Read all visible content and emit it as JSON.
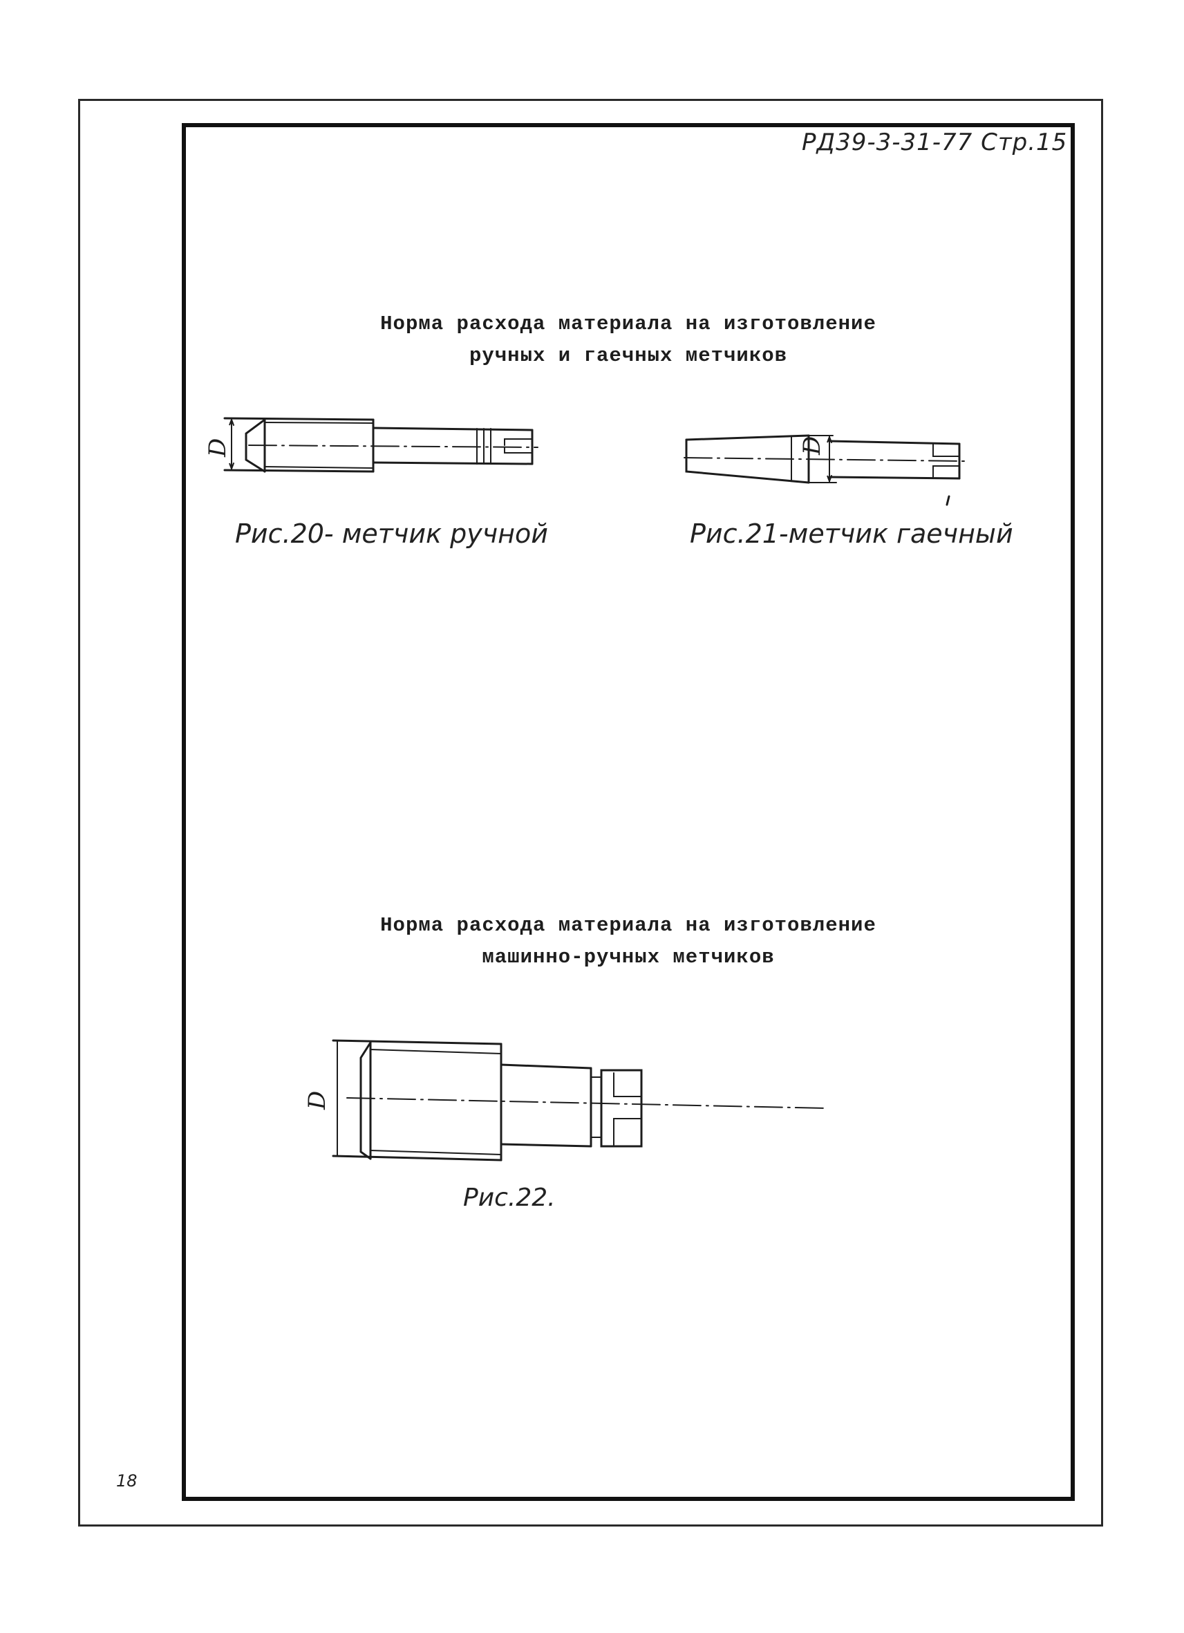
{
  "header": {
    "doc_code": "РД39-3-31-77 Стр.15"
  },
  "footer": {
    "page_number": "18"
  },
  "section1": {
    "title_line1": "Норма расхода материала на изготовление",
    "title_line2": "ручных и гаечных метчиков",
    "figures": [
      {
        "caption": "Рис.20- метчик ручной",
        "dimension_label": "D"
      },
      {
        "caption": "Рис.21-метчик гаечный",
        "dimension_label": "D"
      }
    ]
  },
  "section2": {
    "title_line1": "Норма расхода материала на изготовление",
    "title_line2": "машинно-ручных метчиков",
    "figures": [
      {
        "caption": "Рис.22.",
        "dimension_label": "D"
      }
    ]
  },
  "colors": {
    "ink": "#1c1c1c",
    "paper": "#ffffff"
  }
}
